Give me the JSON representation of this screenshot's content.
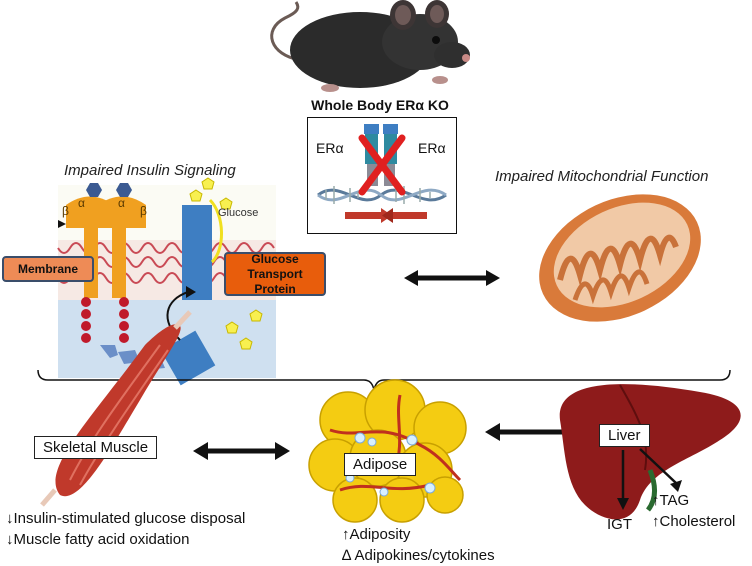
{
  "header": {
    "title": "Whole Body ERα KO",
    "receptor_left": "ERα",
    "receptor_right": "ERα"
  },
  "insulin_panel": {
    "title": "Impaired Insulin Signaling",
    "alpha_left": "α",
    "alpha_right": "α",
    "beta_left": "β",
    "beta_right": "β",
    "glucose": "Glucose",
    "membrane": "Membrane",
    "transport_protein": "Glucose Transport Protein"
  },
  "mito_panel": {
    "title": "Impaired Mitochondrial Function"
  },
  "tissues": {
    "muscle": {
      "label": "Skeletal Muscle",
      "effects": [
        "↓Insulin-stimulated glucose disposal",
        "↓Muscle fatty acid oxidation"
      ]
    },
    "adipose": {
      "label": "Adipose",
      "effects": [
        "↑Adiposity",
        "∆ Adipokines/cytokines"
      ]
    },
    "liver": {
      "label": "Liver",
      "effect_igt": "IGT",
      "effects_lipid": [
        "↑TAG",
        "↑Cholesterol"
      ]
    }
  },
  "colors": {
    "arrow": "#111111",
    "muscle": "#c0392b",
    "adipose": "#f2c200",
    "liver": "#8e1b1b",
    "mitochondria": "#d97a3a",
    "knockout_x": "#e02020"
  }
}
